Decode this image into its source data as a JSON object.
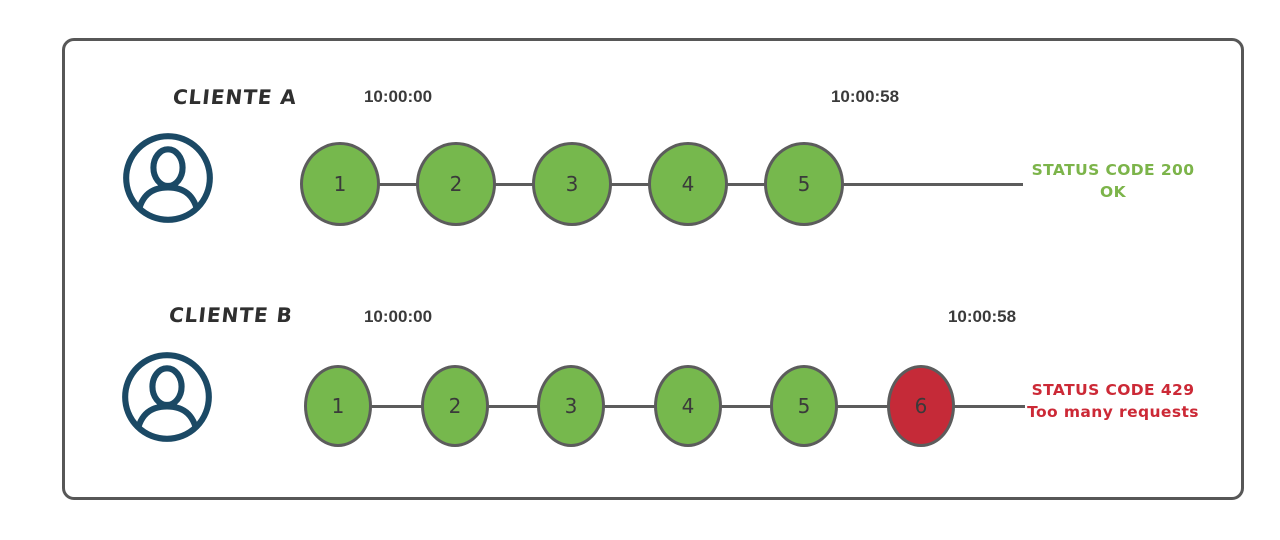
{
  "colors": {
    "green": "#76b84d",
    "red": "#c52a38",
    "stroke_gray": "#5c5c5c",
    "navy": "#1b4965",
    "green_text": "#7cb44a",
    "red_text": "#cc2936",
    "text_dark": "#3a3a3a"
  },
  "icons": {
    "client": "user-avatar-icon"
  },
  "clients": [
    {
      "id": "a",
      "label": "CLIENTE A",
      "start_time": "10:00:00",
      "end_time": "10:00:58",
      "requests": [
        {
          "n": "1",
          "state": "ok"
        },
        {
          "n": "2",
          "state": "ok"
        },
        {
          "n": "3",
          "state": "ok"
        },
        {
          "n": "4",
          "state": "ok"
        },
        {
          "n": "5",
          "state": "ok"
        }
      ],
      "status_line1": "STATUS CODE 200",
      "status_line2": "OK",
      "status_color": "green_text"
    },
    {
      "id": "b",
      "label": "CLIENTE B",
      "start_time": "10:00:00",
      "end_time": "10:00:58",
      "requests": [
        {
          "n": "1",
          "state": "ok"
        },
        {
          "n": "2",
          "state": "ok"
        },
        {
          "n": "3",
          "state": "ok"
        },
        {
          "n": "4",
          "state": "ok"
        },
        {
          "n": "5",
          "state": "ok"
        },
        {
          "n": "6",
          "state": "blocked"
        }
      ],
      "status_line1": "STATUS CODE 429",
      "status_line2": "Too many requests",
      "status_color": "red_text"
    }
  ]
}
